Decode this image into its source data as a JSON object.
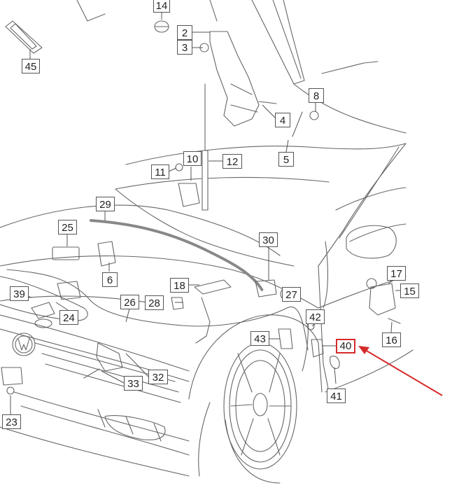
{
  "diagram": {
    "callouts": [
      {
        "id": "c1",
        "text": "14"
      },
      {
        "id": "c2",
        "text": "2"
      },
      {
        "id": "c3",
        "text": "3"
      },
      {
        "id": "c4",
        "text": "45"
      },
      {
        "id": "c5",
        "text": "8"
      },
      {
        "id": "c6",
        "text": "4"
      },
      {
        "id": "c7",
        "text": "5"
      },
      {
        "id": "c8",
        "text": "10"
      },
      {
        "id": "c9",
        "text": "11"
      },
      {
        "id": "c10",
        "text": "12"
      },
      {
        "id": "c11",
        "text": "29"
      },
      {
        "id": "c12",
        "text": "25"
      },
      {
        "id": "c13",
        "text": "30"
      },
      {
        "id": "c14",
        "text": "6"
      },
      {
        "id": "c15",
        "text": "17"
      },
      {
        "id": "c16",
        "text": "15"
      },
      {
        "id": "c17",
        "text": "18"
      },
      {
        "id": "c18",
        "text": "27"
      },
      {
        "id": "c19",
        "text": "39"
      },
      {
        "id": "c20",
        "text": "26"
      },
      {
        "id": "c21",
        "text": "28"
      },
      {
        "id": "c22",
        "text": "42"
      },
      {
        "id": "c23",
        "text": "24"
      },
      {
        "id": "c24",
        "text": "16"
      },
      {
        "id": "c25",
        "text": "43"
      },
      {
        "id": "c26",
        "text": "40",
        "highlighted": true
      },
      {
        "id": "c27",
        "text": "32"
      },
      {
        "id": "c28",
        "text": "33"
      },
      {
        "id": "c29",
        "text": "41"
      },
      {
        "id": "c30",
        "text": "23"
      }
    ],
    "highlight_color": "#d62b2b",
    "line_color": "#555555"
  }
}
